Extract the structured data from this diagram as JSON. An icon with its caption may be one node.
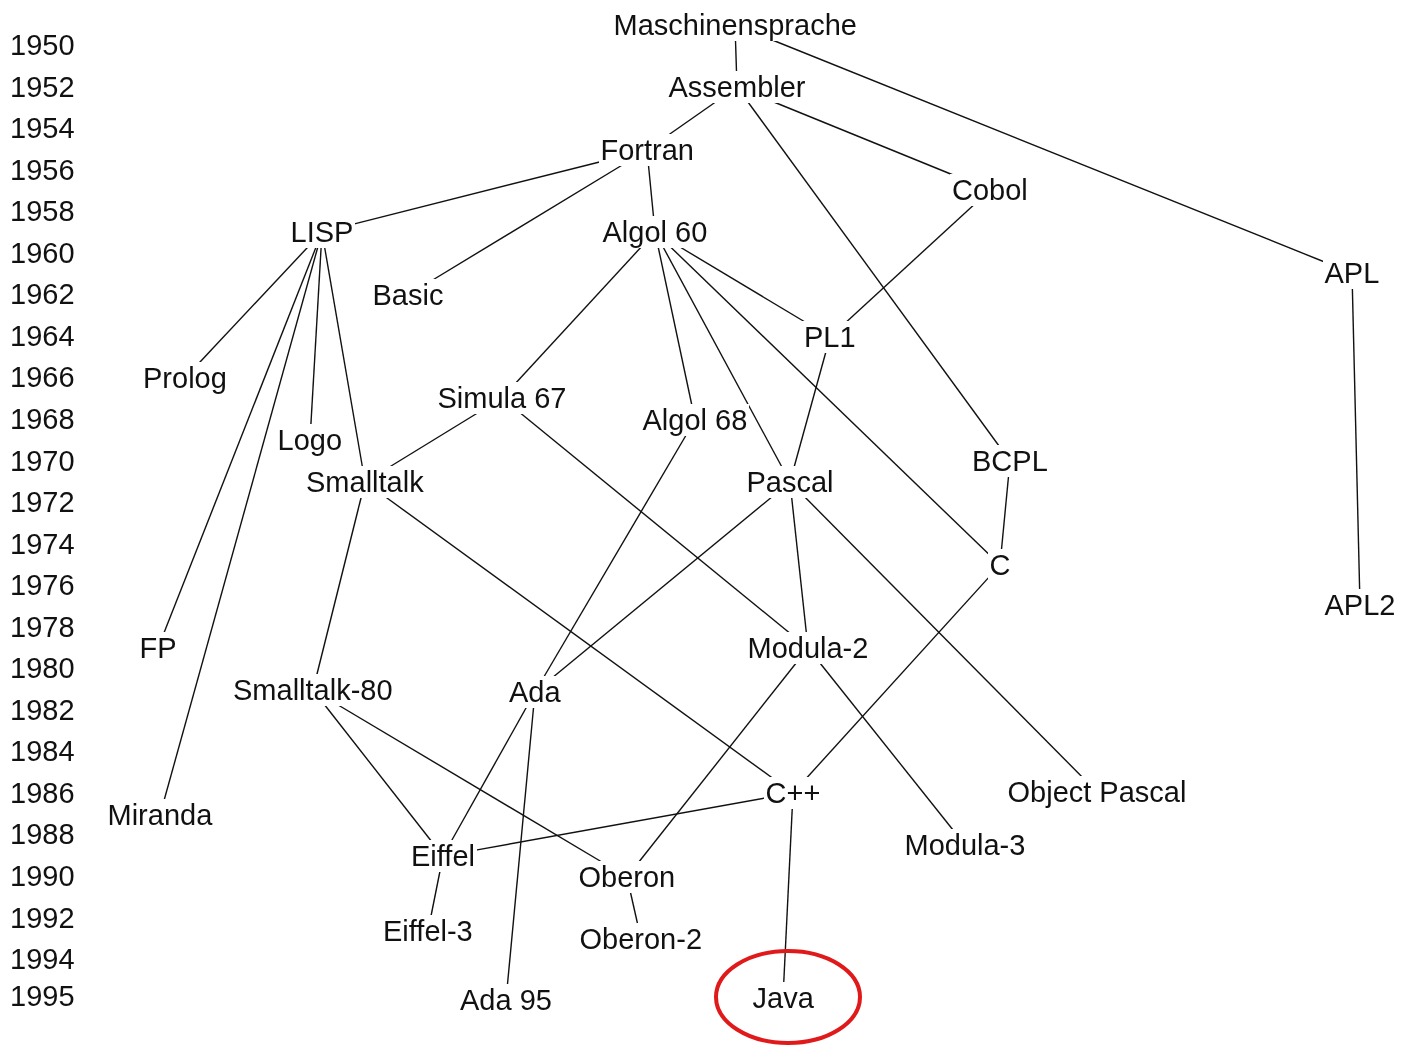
{
  "diagram": {
    "nodes": [
      {
        "text": [
          "Maschinensprache"
        ]
      },
      {
        "text": [
          "Assembler"
        ]
      },
      {
        "text": [
          "Fortran"
        ]
      },
      {
        "text": [
          "Cobol"
        ]
      },
      {
        "text": [
          "LISP"
        ]
      },
      {
        "text": [
          "Algol 60"
        ]
      },
      {
        "text": [
          "APL"
        ]
      },
      {
        "text": [
          "Basic"
        ]
      },
      {
        "text": [
          "PL1"
        ]
      },
      {
        "text": [
          "Prolog"
        ]
      },
      {
        "text": [
          "Simula 67"
        ]
      },
      {
        "text": [
          "Logo"
        ]
      },
      {
        "text": [
          "Algol 68"
        ]
      },
      {
        "text": [
          "BCPL"
        ]
      },
      {
        "text": [
          "Smalltalk"
        ]
      },
      {
        "text": [
          "Pascal"
        ]
      },
      {
        "text": [
          "C"
        ]
      },
      {
        "text": [
          "APL2"
        ]
      },
      {
        "text": [
          "FP"
        ]
      },
      {
        "text": [
          "Modula-2"
        ]
      },
      {
        "text": [
          "Smalltalk-80"
        ]
      },
      {
        "text": [
          "Ada"
        ]
      },
      {
        "text": [
          "Miranda"
        ]
      },
      {
        "text": [
          "C++"
        ]
      },
      {
        "text": [
          "Object Pascal"
        ]
      },
      {
        "text": [
          "Modula-3"
        ]
      },
      {
        "text": [
          "Eiffel"
        ]
      },
      {
        "text": [
          "Oberon"
        ]
      },
      {
        "text": [
          "Eiffel-3"
        ]
      },
      {
        "text": [
          "Oberon-2"
        ]
      },
      {
        "text": [
          "Ada 95"
        ]
      },
      {
        "text": [
          "Java"
        ]
      }
    ],
    "edges": [
      {
        "from": 0,
        "to": 1,
        "arrow": "none"
      },
      {
        "from": 0,
        "to": 6,
        "arrow": "none"
      },
      {
        "from": 1,
        "to": 2,
        "arrow": "none"
      },
      {
        "from": 1,
        "to": 3,
        "arrow": "none"
      },
      {
        "from": 1,
        "to": 13,
        "arrow": "none"
      },
      {
        "from": 2,
        "to": 4,
        "arrow": "none"
      },
      {
        "from": 2,
        "to": 7,
        "arrow": "none"
      },
      {
        "from": 2,
        "to": 5,
        "arrow": "none"
      },
      {
        "from": 3,
        "to": 8,
        "arrow": "none"
      },
      {
        "from": 5,
        "to": 8,
        "arrow": "none"
      },
      {
        "from": 5,
        "to": 10,
        "arrow": "none"
      },
      {
        "from": 5,
        "to": 12,
        "arrow": "none"
      },
      {
        "from": 5,
        "to": 15,
        "arrow": "none"
      },
      {
        "from": 5,
        "to": 16,
        "arrow": "none"
      },
      {
        "from": 8,
        "to": 15,
        "arrow": "none"
      },
      {
        "from": 4,
        "to": 9,
        "arrow": "none"
      },
      {
        "from": 4,
        "to": 11,
        "arrow": "none"
      },
      {
        "from": 4,
        "to": 14,
        "arrow": "none"
      },
      {
        "from": 4,
        "to": 18,
        "arrow": "none"
      },
      {
        "from": 4,
        "to": 22,
        "arrow": "none"
      },
      {
        "from": 10,
        "to": 14,
        "arrow": "none"
      },
      {
        "from": 10,
        "to": 19,
        "arrow": "none"
      },
      {
        "from": 12,
        "to": 21,
        "arrow": "none"
      },
      {
        "from": 15,
        "to": 21,
        "arrow": "none"
      },
      {
        "from": 15,
        "to": 19,
        "arrow": "none"
      },
      {
        "from": 15,
        "to": 24,
        "arrow": "none"
      },
      {
        "from": 13,
        "to": 16,
        "arrow": "none"
      },
      {
        "from": 16,
        "to": 23,
        "arrow": "none"
      },
      {
        "from": 6,
        "to": 17,
        "arrow": "none"
      },
      {
        "from": 14,
        "to": 20,
        "arrow": "none"
      },
      {
        "from": 14,
        "to": 23,
        "arrow": "none"
      },
      {
        "from": 19,
        "to": 25,
        "arrow": "none"
      },
      {
        "from": 19,
        "to": 27,
        "arrow": "none"
      },
      {
        "from": 20,
        "to": 26,
        "arrow": "none"
      },
      {
        "from": 20,
        "to": 27,
        "arrow": "none"
      },
      {
        "from": 21,
        "to": 26,
        "arrow": "none"
      },
      {
        "from": 21,
        "to": 30,
        "arrow": "none"
      },
      {
        "from": 23,
        "to": 26,
        "arrow": "none"
      },
      {
        "from": 26,
        "to": 28,
        "arrow": "none"
      },
      {
        "from": 27,
        "to": 29,
        "arrow": "none"
      },
      {
        "from": 23,
        "to": 31,
        "arrow": "none"
      }
    ],
    "labels": [
      "1950",
      "1952",
      "1954",
      "1956",
      "1958",
      "1960",
      "1962",
      "1964",
      "1966",
      "1968",
      "1970",
      "1972",
      "1974",
      "1976",
      "1978",
      "1980",
      "1982",
      "1984",
      "1986",
      "1988",
      "1990",
      "1992",
      "1994",
      "1995"
    ]
  }
}
